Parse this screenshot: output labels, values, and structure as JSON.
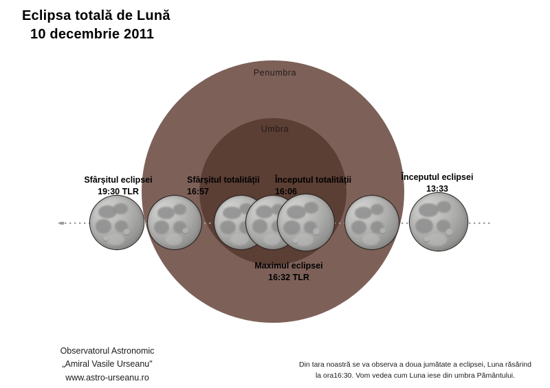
{
  "title": {
    "line1": "Eclipsa totală de Lună",
    "line2": "10 decembrie 2011"
  },
  "shadows": {
    "penumbra_label": "Penumbra",
    "umbra_label": "Umbra",
    "penumbra_color": "#7d6159",
    "umbra_color": "#5b3e34"
  },
  "events": [
    {
      "name": "Sfârșitul eclipsei",
      "time": "19:30 TLR"
    },
    {
      "name": "Sfârșitul totalității",
      "time": "16:57"
    },
    {
      "name": "Începutul totalității",
      "time": "16:06"
    },
    {
      "name": "Începutul eclipsei",
      "time": "13:33"
    },
    {
      "name": "Maximul eclipsei",
      "time": "16:32 TLR"
    }
  ],
  "footer": {
    "observatory_line1": "Observatorul Astronomic",
    "observatory_line2": "„Amiral Vasile Urseanu\"",
    "observatory_line3": "www.astro-urseanu.ro",
    "note_line1": "Din tara noastră se va observa a doua jumătate a eclipsei, Luna răsărind",
    "note_line2": "la ora16:30. Vom vedea cum Luna iese din umbra Pământului."
  },
  "icons": {
    "direction_arrow": "arrow-left-icon",
    "path": "dotted-path-line"
  }
}
